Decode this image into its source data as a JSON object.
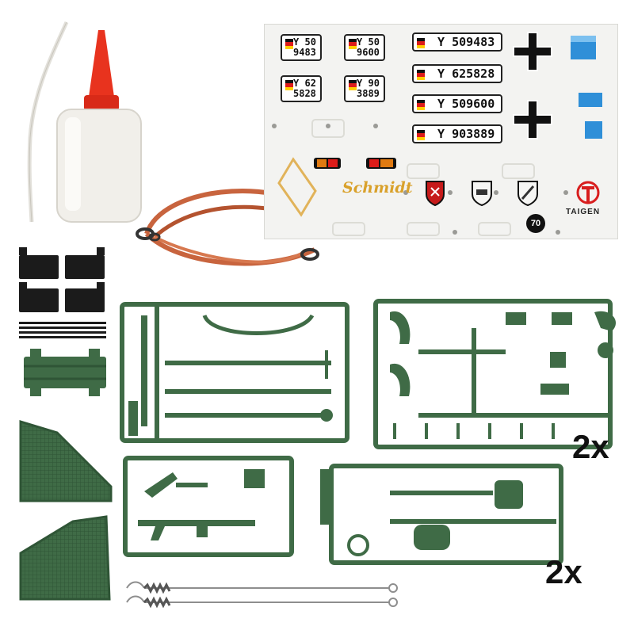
{
  "decal_sheet": {
    "square_plates": [
      {
        "prefix": "Y",
        "number": "9483",
        "top": "50"
      },
      {
        "prefix": "Y",
        "number": "9600",
        "top": "50"
      },
      {
        "prefix": "Y",
        "number": "5828",
        "top": "62"
      },
      {
        "prefix": "Y",
        "number": "3889",
        "top": "90"
      }
    ],
    "long_plates": [
      {
        "prefix": "Y",
        "number": "509483"
      },
      {
        "prefix": "Y",
        "number": "625828"
      },
      {
        "prefix": "Y",
        "number": "509600"
      },
      {
        "prefix": "Y",
        "number": "903889"
      }
    ],
    "logo_name": "Schmidt",
    "brand": "TAIGEN",
    "badge_number": "70"
  },
  "multipliers": {
    "top": "2x",
    "bottom": "2x"
  },
  "colors": {
    "sprue_green": "#3f6b46",
    "sprue_dark": "#2f5536",
    "rope_copper": "#c8643e",
    "bottle_cap_red": "#e8331e",
    "flag_black": "#111111",
    "flag_red": "#dd1c1a",
    "flag_gold": "#ffce00",
    "blue_decal": "#2f8fd8"
  }
}
